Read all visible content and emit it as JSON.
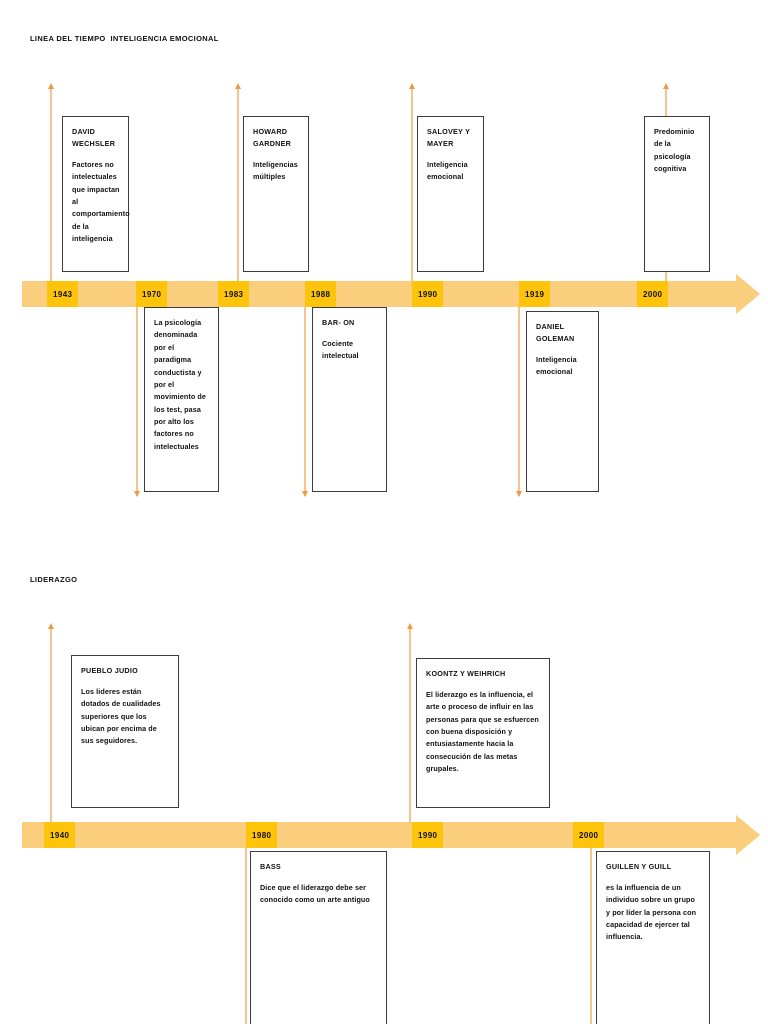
{
  "document": {
    "sections": [
      {
        "id": "inteligencia-emocional",
        "heading": "LINEA DEL TIEMPO  INTELIGENCIA EMOCIONAL",
        "years": [
          "1943",
          "1970",
          "1983",
          "1988",
          "1990",
          "1919",
          "2000"
        ],
        "boxes_above": [
          {
            "year": "1943",
            "title": "DAVID\nWECHSLER",
            "body": "Factores no intelectuales que impactan al comportamiento de la inteligencia"
          },
          {
            "year": "1983",
            "title": "HOWARD\nGARDNER",
            "body": "Inteligencias múltiples"
          },
          {
            "year": "1990",
            "title": "SALOVEY Y\nMAYER",
            "body": "Inteligencia emocional"
          },
          {
            "year": "2000",
            "title": "",
            "body": "Predominio de la psicología cognitiva"
          }
        ],
        "boxes_below": [
          {
            "year": "1970",
            "title": "",
            "body": "La psicología denominada por el paradigma conductista y por el movimiento de los test, pasa por alto los factores no intelectuales"
          },
          {
            "year": "1988",
            "title": "BAR- ON",
            "body": "Cociente intelectual"
          },
          {
            "year": "1919",
            "title": "DANIEL\nGOLEMAN",
            "body": "Inteligencia emocional"
          }
        ]
      },
      {
        "id": "liderazgo",
        "heading": "LIDERAZGO",
        "years": [
          "1940",
          "1980",
          "1990",
          "2000"
        ],
        "boxes_above": [
          {
            "year": "1940",
            "title": "PUEBLO JUDIO",
            "body": "Los lideres están dotados de cualidades superiores que los ubican por encima de sus seguidores."
          },
          {
            "year": "1990",
            "title": "KOONTZ Y WEIHRICH",
            "body": "El liderazgo es la influencia, el arte o proceso de influir en las personas  para que se esfuercen con buena disposición y entusiastamente hacia la consecución de las metas grupales."
          }
        ],
        "boxes_below": [
          {
            "year": "1980",
            "title": "BASS",
            "body": "Dice que el liderazgo debe ser conocido  como un  arte antiguo"
          },
          {
            "year": "2000",
            "title": "GUILLEN Y GUILL",
            "body": "es la influencia de un individuo sobre un grupo y por líder  la persona con capacidad de   ejercer tal influencia."
          }
        ]
      }
    ],
    "colors": {
      "bar": "#FBCE7D",
      "year_badge": "#FDC40B",
      "connector": "#F5C391",
      "connector_head": "#ED9B3E",
      "box_border": "#3C3C3C",
      "text": "#111111"
    }
  }
}
